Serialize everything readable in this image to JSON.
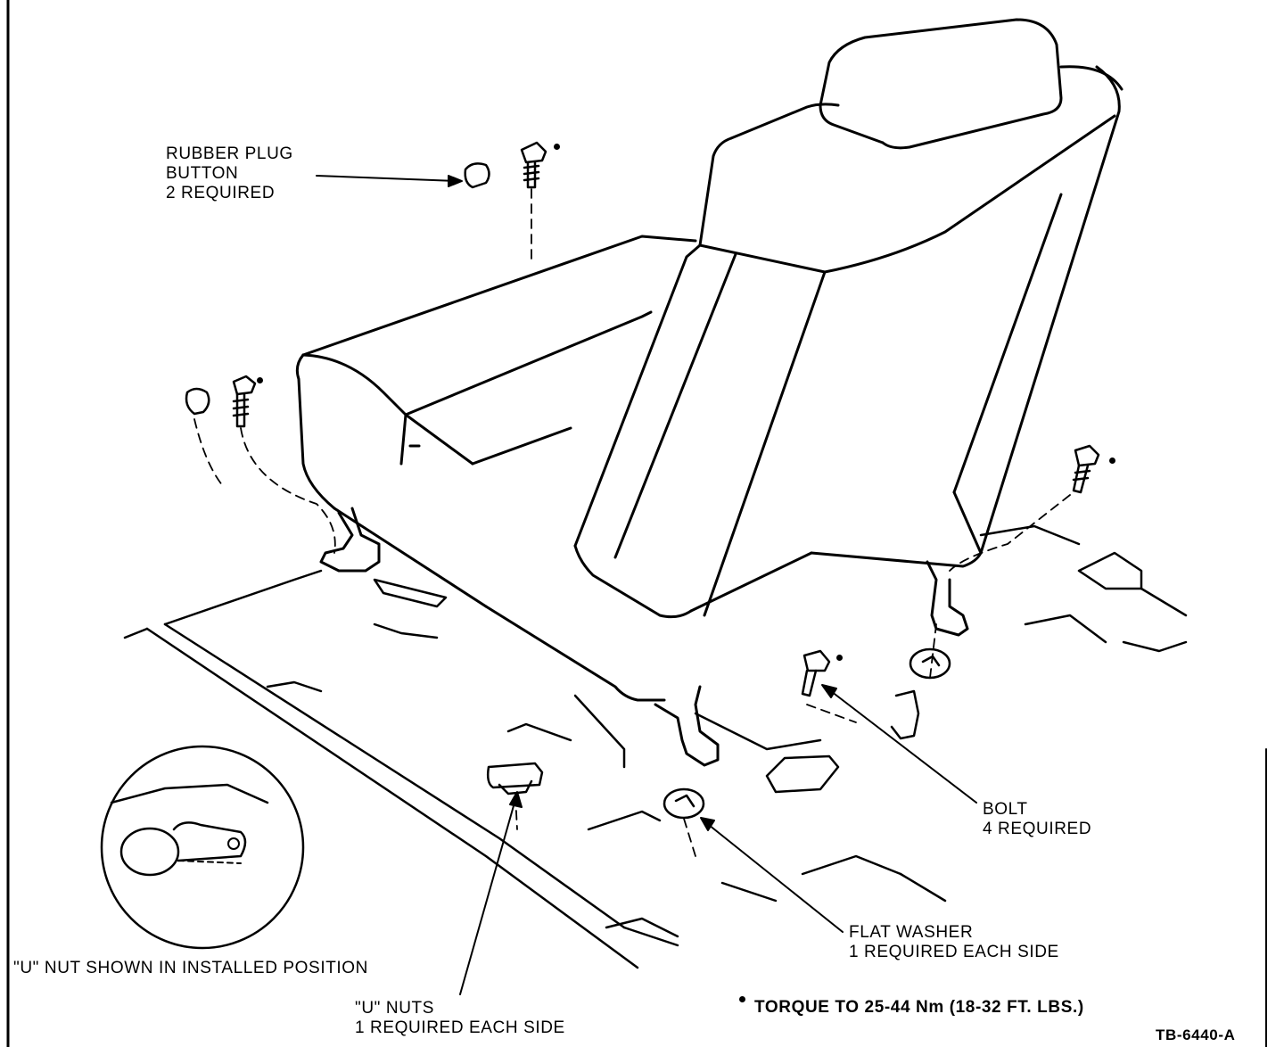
{
  "labels": {
    "rubber_plug": [
      "RUBBER PLUG",
      "BUTTON",
      "2 REQUIRED"
    ],
    "bolt": [
      "BOLT",
      "4 REQUIRED"
    ],
    "flat_washer": [
      "FLAT WASHER",
      "1 REQUIRED EACH SIDE"
    ],
    "u_nut_installed": "\"U\" NUT SHOWN IN INSTALLED POSITION",
    "u_nuts": [
      "\"U\" NUTS",
      "1 REQUIRED EACH SIDE"
    ],
    "torque": "TORQUE TO 25-44 Nm (18-32 FT. LBS.)",
    "figure_id": "TB-6440-A"
  },
  "icons": [
    "seat-icon",
    "bolt-icon",
    "rubber-plug-icon",
    "flat-washer-icon",
    "u-nut-icon",
    "torque-dot-icon"
  ],
  "colors": {
    "ink": "#000000",
    "paper": "#ffffff"
  }
}
